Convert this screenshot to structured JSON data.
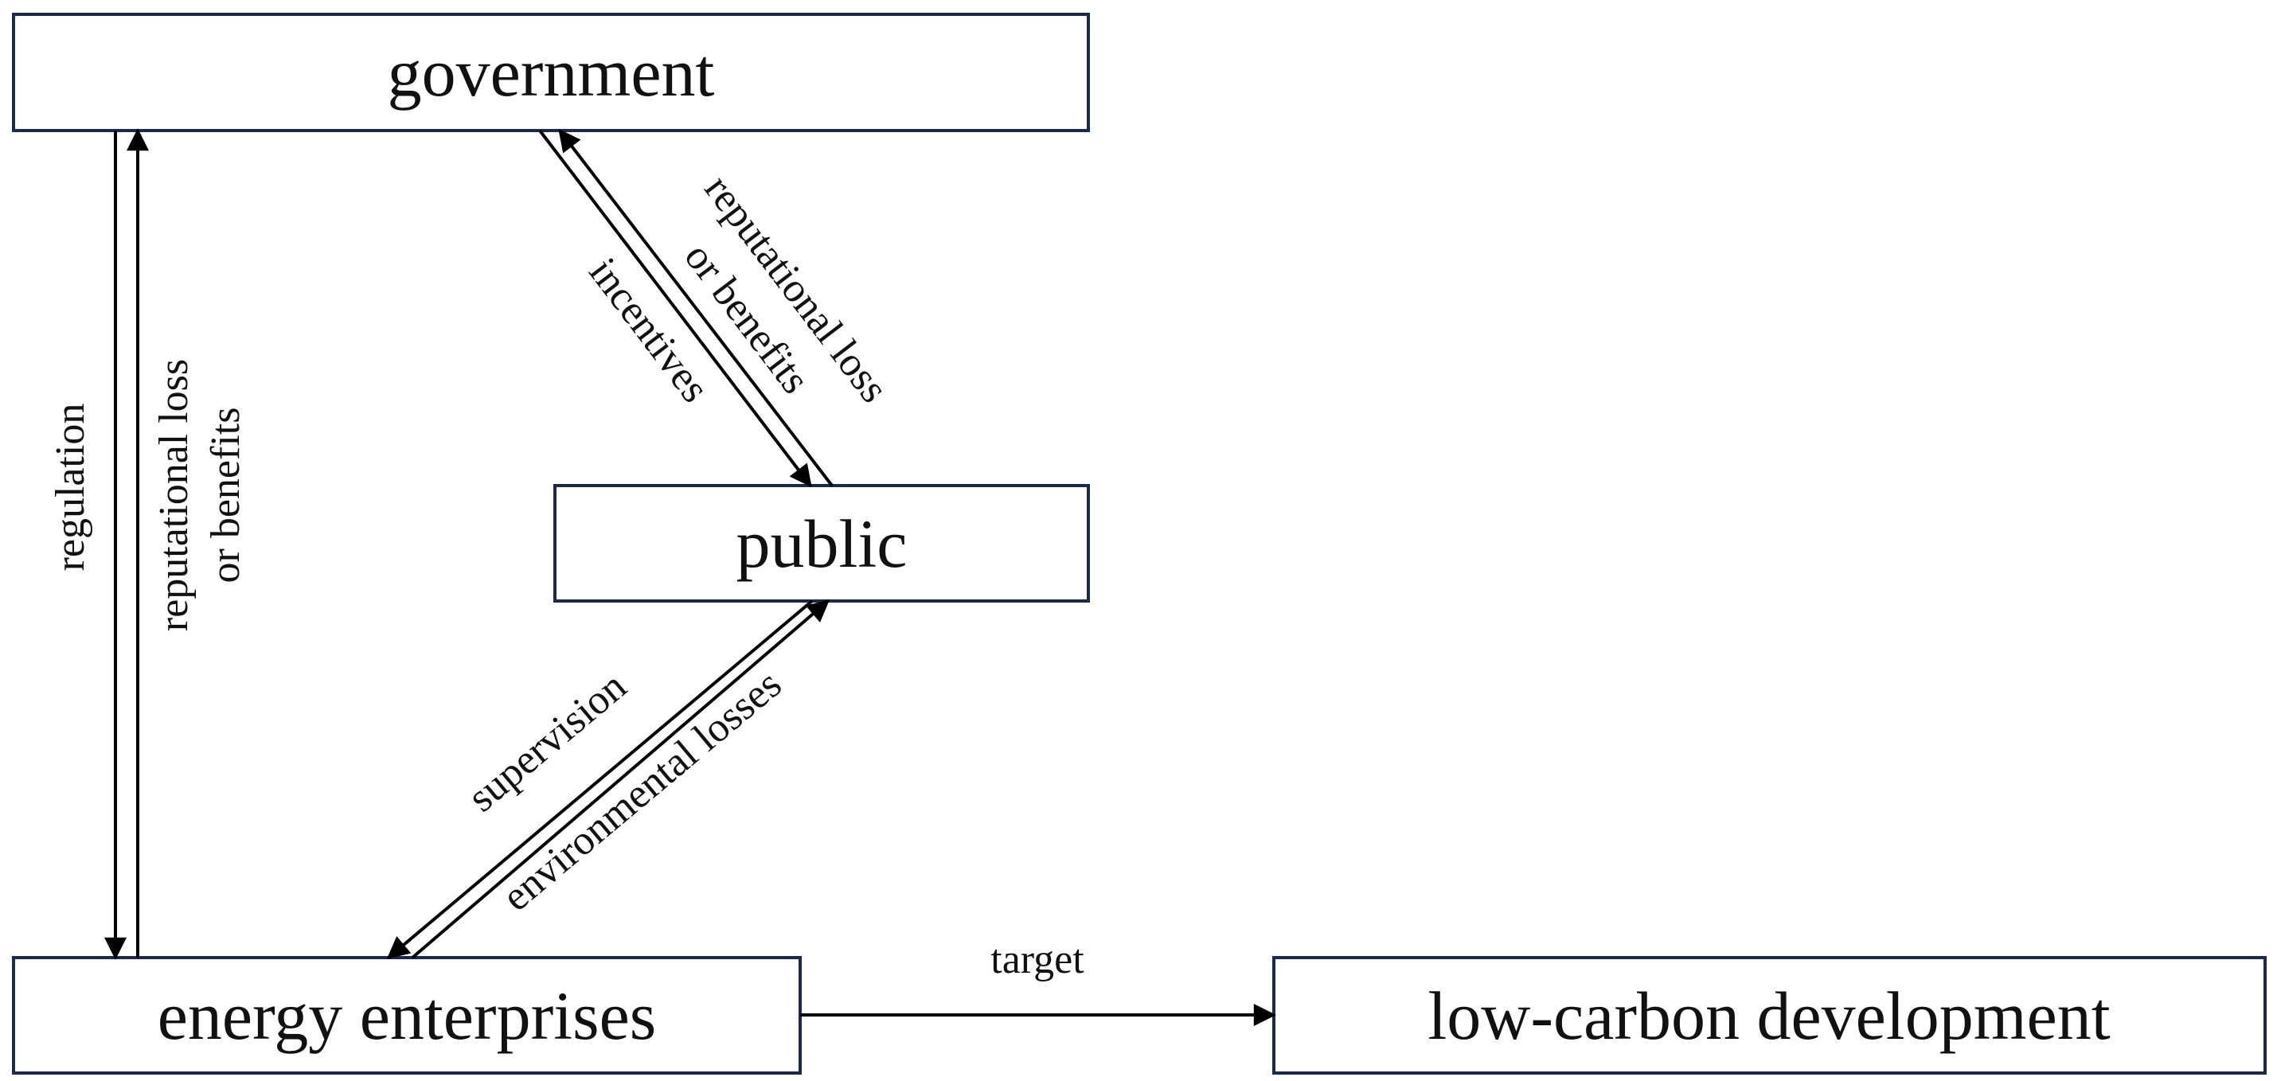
{
  "nodes": {
    "government": "government",
    "public": "public",
    "energy_enterprises": "energy enterprises",
    "low_carbon": "low-carbon development"
  },
  "edges": {
    "regulation": "regulation",
    "rep_loss_ent_line1": "reputational loss",
    "rep_loss_ent_line2": "or benefits",
    "incentives": "incentives",
    "rep_loss_pub_line1": "reputational loss",
    "rep_loss_pub_line2": "or benefits",
    "supervision": "supervision",
    "environmental_losses": "environmental losses",
    "target": "target"
  },
  "colors": {
    "box_border": "#1c2a4a",
    "arrow": "#000000",
    "text": "#111111"
  }
}
